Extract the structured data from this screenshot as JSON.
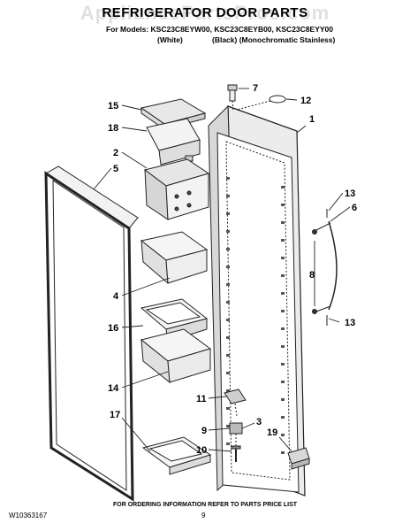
{
  "header": {
    "watermark": "AppliancePartsPros.com",
    "title": "REFRIGERATOR DOOR PARTS",
    "models_line": "For Models: KSC23C8EYW00, KSC23C8EYB00, KSC23C8EYY00",
    "variant_white": "(White)",
    "variant_black": "(Black) (Monochromatic Stainless)"
  },
  "callouts": {
    "c1": "1",
    "c2": "2",
    "c3": "3",
    "c4": "4",
    "c5": "5",
    "c6": "6",
    "c7": "7",
    "c8": "8",
    "c9": "9",
    "c10": "10",
    "c11": "11",
    "c12": "12",
    "c13a": "13",
    "c13b": "13",
    "c14": "14",
    "c15": "15",
    "c16": "16",
    "c17": "17",
    "c18": "18",
    "c19": "19"
  },
  "footer": {
    "note": "FOR ORDERING INFORMATION REFER TO PARTS PRICE LIST",
    "doc_id": "W10363167",
    "page_number": "9"
  }
}
